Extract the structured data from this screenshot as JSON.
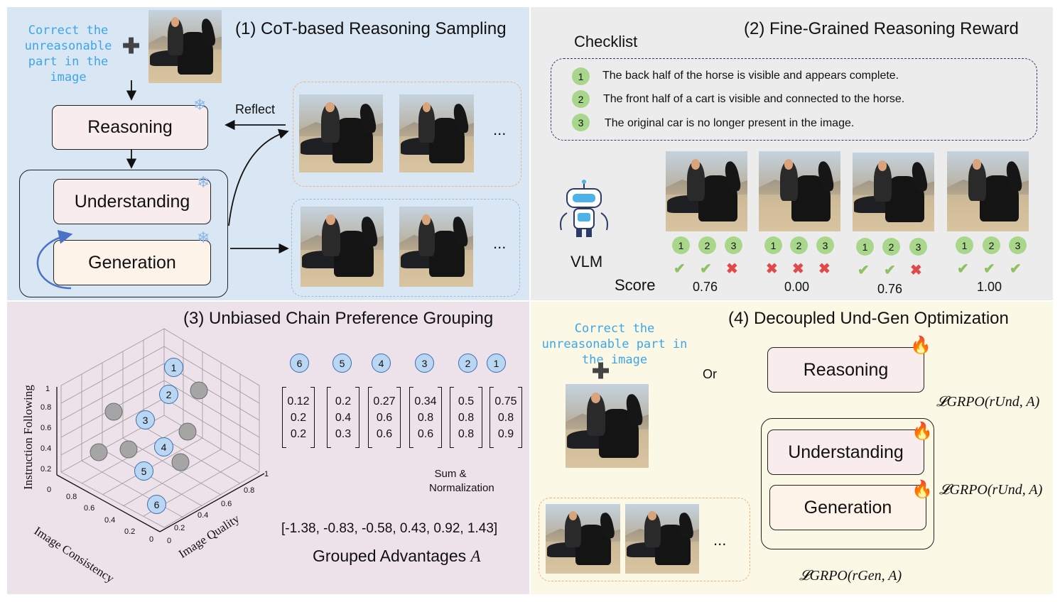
{
  "panel1": {
    "title": "(1) CoT-based Reasoning Sampling",
    "instruction": "Correct the unreasonable part in the image",
    "reasoning": "Reasoning",
    "understanding": "Understanding",
    "generation": "Generation",
    "reflect": "Reflect",
    "ellipsis": "..."
  },
  "panel2": {
    "title": "(2) Fine-Grained Reasoning Reward",
    "checklist_title": "Checklist",
    "checklist": [
      {
        "num": "1",
        "text": "The back half of the horse is visible and appears complete."
      },
      {
        "num": "2",
        "text": "The front half of a cart is visible and connected to the horse."
      },
      {
        "num": "3",
        "text": "The original car is no longer present in the image."
      }
    ],
    "vlm": "VLM",
    "score_label": "Score",
    "scores": [
      "0.76",
      "0.00",
      "0.76",
      "1.00"
    ],
    "checks": [
      [
        true,
        true,
        false
      ],
      [
        false,
        false,
        false
      ],
      [
        true,
        true,
        false
      ],
      [
        true,
        true,
        true
      ]
    ]
  },
  "panel3": {
    "title": "(3) Unbiased Chain Preference Grouping",
    "axis_z": "Instruction Following",
    "axis_x": "Image Consistency",
    "axis_y": "Image Quality",
    "z_ticks": [
      "1",
      "0.8",
      "0.6",
      "0.4",
      "0.2",
      "0"
    ],
    "x_ticks": [
      "0.8",
      "0.6",
      "0.4",
      "0.2",
      "0"
    ],
    "y_ticks": [
      "0",
      "0.2",
      "0.4",
      "0.6",
      "0.8",
      "1"
    ],
    "points": [
      "1",
      "2",
      "3",
      "4",
      "5",
      "6"
    ],
    "chain_order": [
      "6",
      "5",
      "4",
      "3",
      "2",
      "1"
    ],
    "vectors": [
      [
        "0.12",
        "0.2",
        "0.2"
      ],
      [
        "0.2",
        "0.4",
        "0.3"
      ],
      [
        "0.27",
        "0.6",
        "0.6"
      ],
      [
        "0.34",
        "0.8",
        "0.6"
      ],
      [
        "0.5",
        "0.8",
        "0.8"
      ],
      [
        "0.75",
        "0.8",
        "0.9"
      ]
    ],
    "sum_norm": "Sum & Normalization",
    "advantages": "[-1.38, -0.83, -0.58, 0.43, 0.92, 1.43]",
    "grouped_label": "Grouped Advantages",
    "grouped_symbol": "A"
  },
  "panel4": {
    "title": "(4) Decoupled Und-Gen Optimization",
    "instruction": "Correct the unreasonable part in the image",
    "or_label": "Or",
    "reasoning": "Reasoning",
    "understanding": "Understanding",
    "generation": "Generation",
    "ellipsis": "...",
    "loss_und_1": "𝓛GRPO(rUnd, A)",
    "loss_und_2": "𝓛GRPO(rUnd, A)",
    "loss_gen": "𝓛GRPO(rGen, A)"
  },
  "colors": {
    "panel1_bg": "#d9e6f3",
    "panel2_bg": "#ececec",
    "panel3_bg": "#ede1ea",
    "panel4_bg": "#fbf8e6",
    "instruction_text": "#3ea6e6",
    "arrow_blue": "#4a73c6",
    "arrow_red": "#e23b2a",
    "check_green": "#8ec163",
    "cross_red": "#e04a4a",
    "node_blue": "#b9d6f2"
  },
  "icons": [
    "plus-icon",
    "snowflake-icon",
    "robot-icon",
    "fire-icon",
    "check-icon",
    "cross-icon"
  ]
}
